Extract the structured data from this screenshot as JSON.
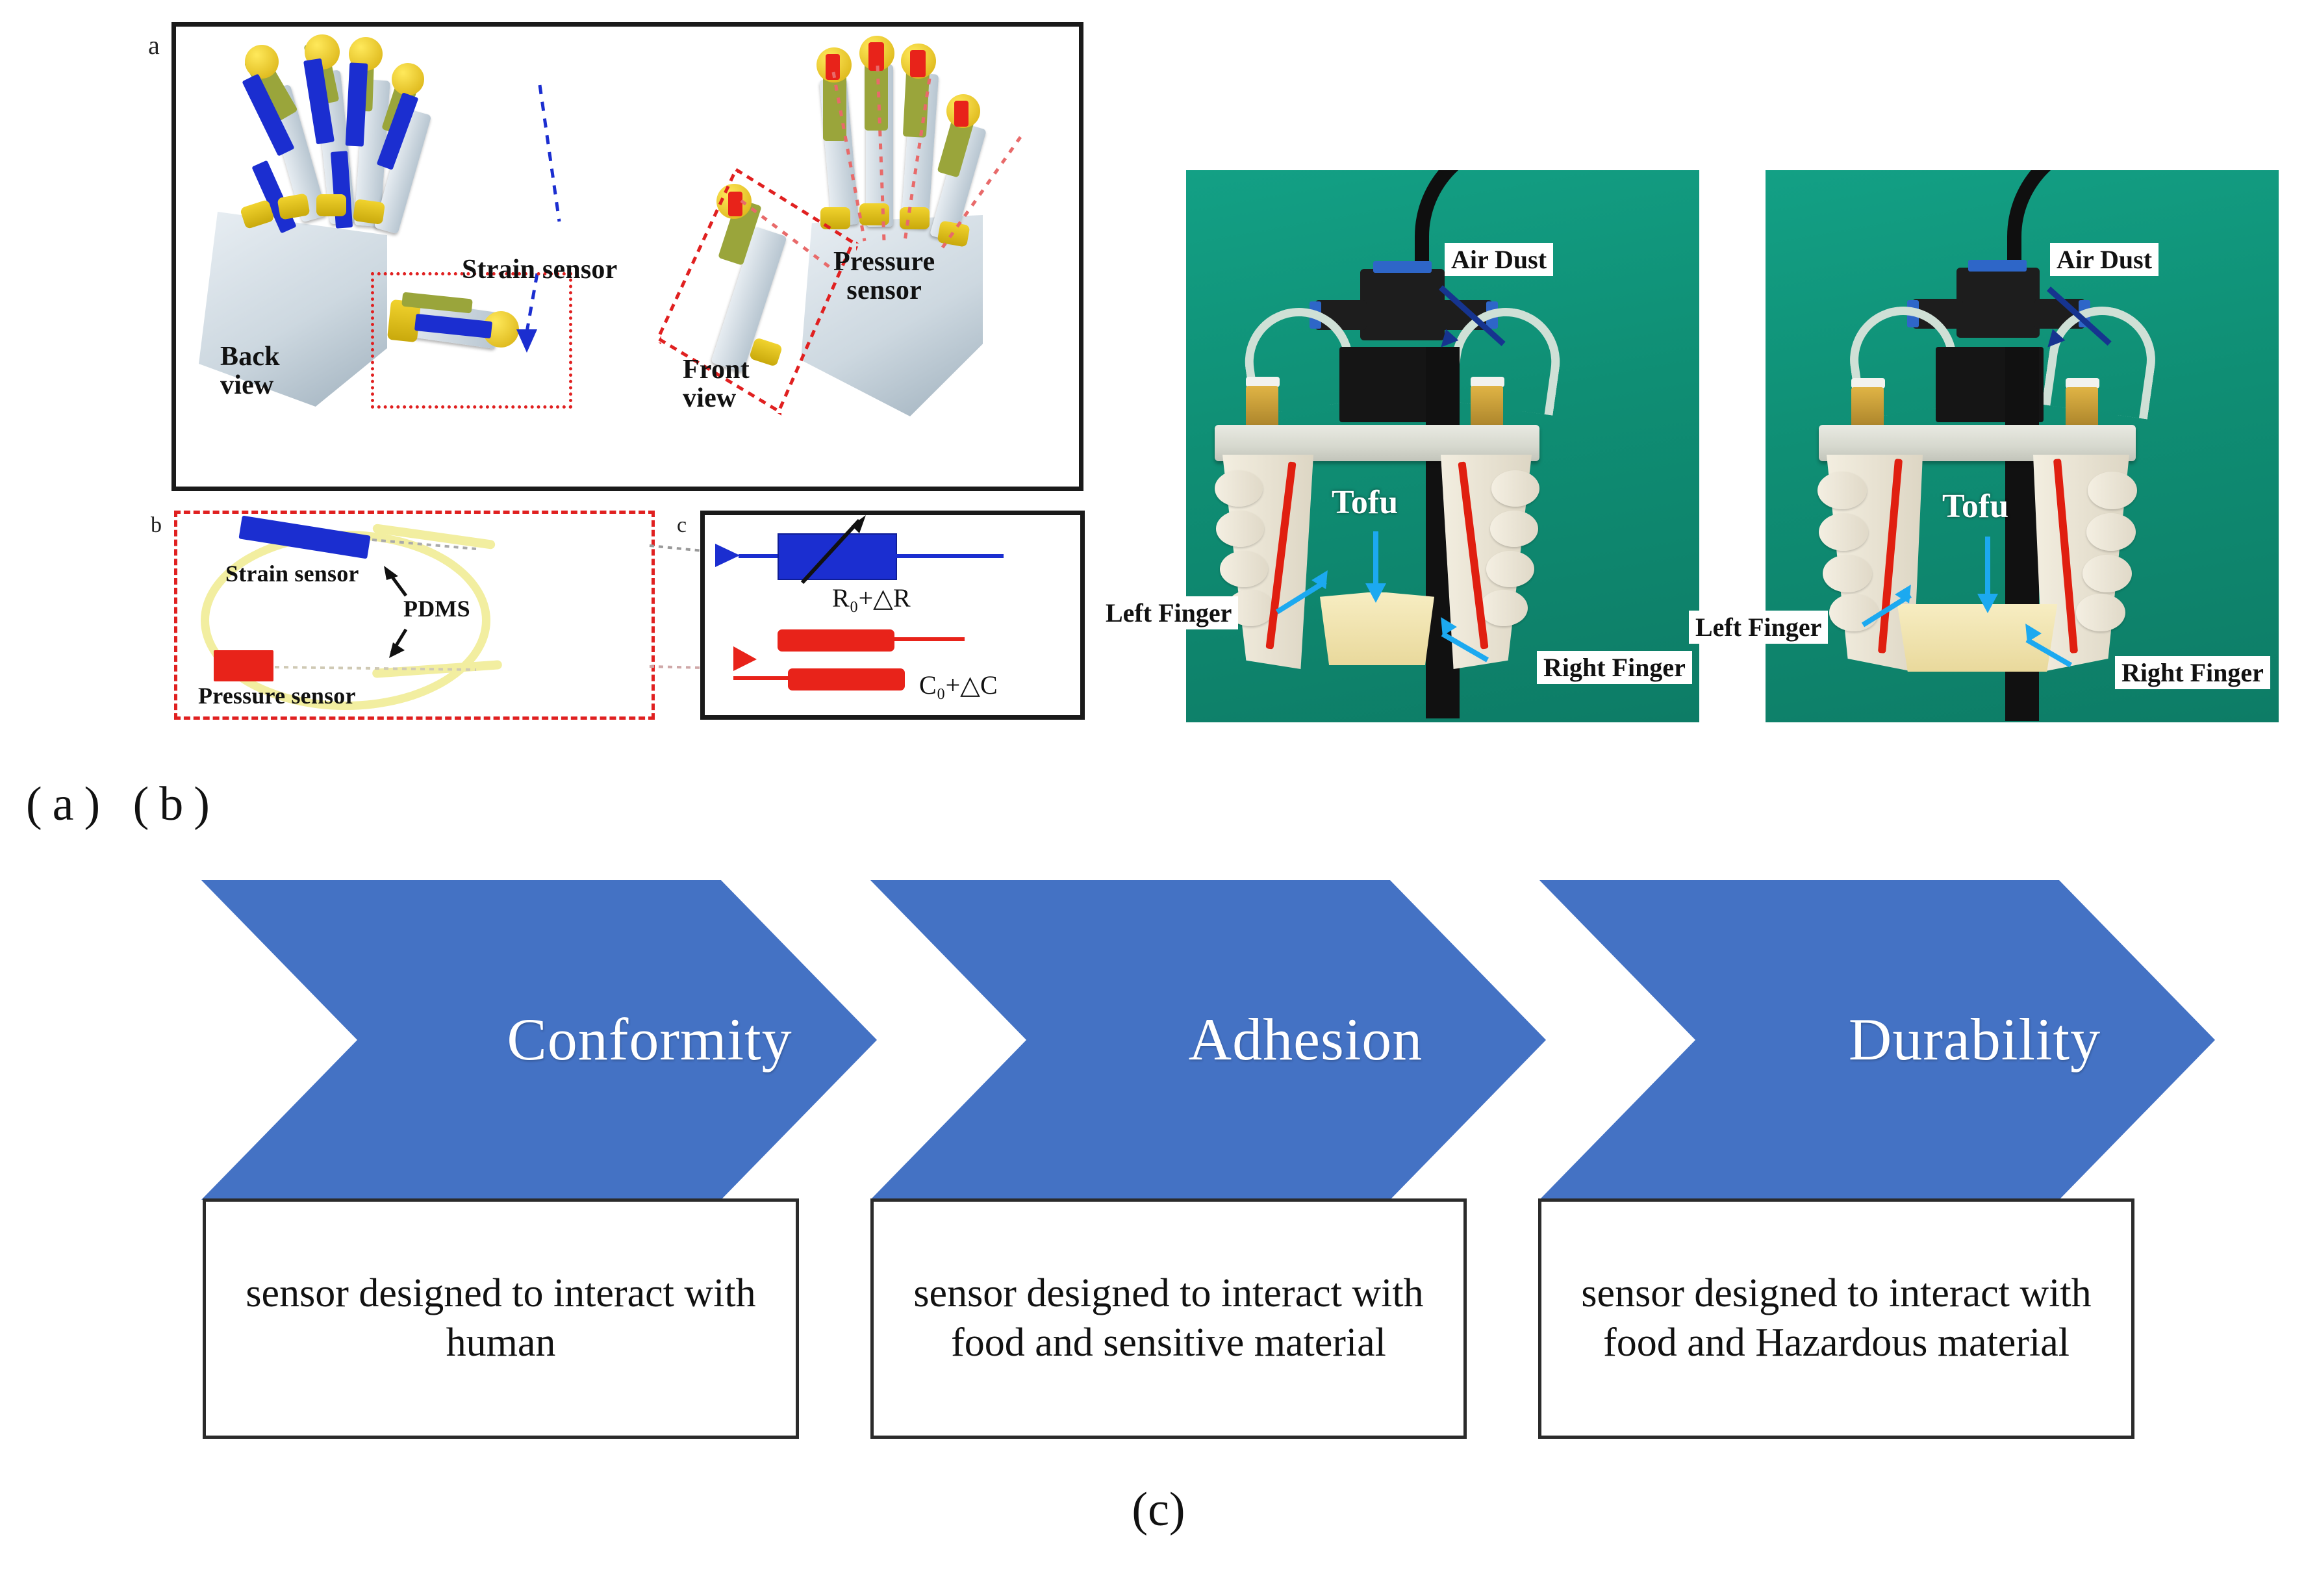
{
  "figure": {
    "panel_a": {
      "letter": "a",
      "labels": {
        "strain_sensor": "Strain sensor",
        "pressure_sensor": "Pressure\nsensor",
        "back_view": "Back\nview",
        "front_view": "Front\nview"
      }
    },
    "panel_b": {
      "letter": "b",
      "labels": {
        "strain_sensor": "Strain sensor",
        "pressure_sensor": "Pressure sensor",
        "pdms": "PDMS"
      }
    },
    "panel_c": {
      "letter": "c",
      "formulas": {
        "resistance": "R₀+△R",
        "capacitance": "C₀+△C"
      }
    },
    "photos": [
      {
        "name": "soft-gripper-open",
        "callouts": {
          "air_dust": "Air Dust",
          "tofu": "Tofu",
          "left_finger": "Left Finger",
          "right_finger": "Right Finger"
        }
      },
      {
        "name": "soft-gripper-closed",
        "callouts": {
          "air_dust": "Air Dust",
          "tofu": "Tofu",
          "left_finger": "Left Finger",
          "right_finger": "Right Finger"
        }
      }
    ],
    "captions": {
      "ab": "(a) (b)",
      "c": "(c)"
    },
    "flow": {
      "colors": {
        "chevron_blue": "#4472C4",
        "box_border": "#2b2b2b",
        "photo_green": "#0f8e74",
        "strain_blue": "#1b2ed0",
        "pressure_red": "#e8231a",
        "callout_arrow_cyan": "#1ca9f0",
        "callout_arrow_navy": "#16348f"
      },
      "steps": [
        {
          "title": "Conformity",
          "description": "sensor designed to interact with human"
        },
        {
          "title": "Adhesion",
          "description": "sensor designed to interact with food and sensitive material"
        },
        {
          "title": "Durability",
          "description": "sensor designed to interact with food and Hazardous material"
        }
      ]
    }
  }
}
